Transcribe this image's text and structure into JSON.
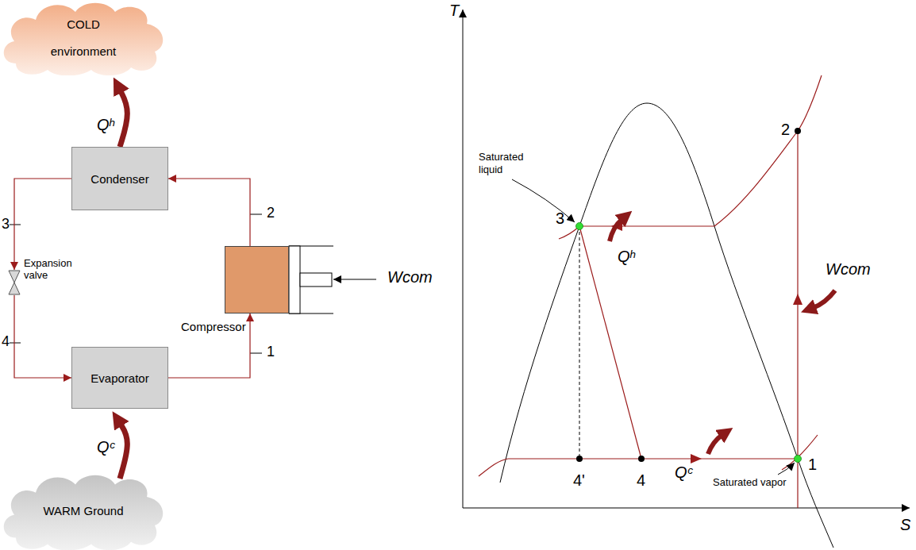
{
  "diagram": {
    "nodes": [
      {
        "text": [
          "COLD environment"
        ]
      },
      {
        "text": [
          "Condenser"
        ]
      },
      {
        "text": [
          "Compressor"
        ]
      },
      {
        "text": [
          "Expansion valve"
        ]
      },
      {
        "text": [
          "Evaporator"
        ]
      },
      {
        "text": [
          "WARM Ground"
        ]
      }
    ],
    "edges": [
      {
        "from": 2,
        "to": 1,
        "arrow": "to"
      },
      {
        "from": 1,
        "to": 3,
        "arrow": "to"
      },
      {
        "from": 3,
        "to": 4,
        "arrow": "to"
      },
      {
        "from": 4,
        "to": 2,
        "arrow": "to"
      },
      {
        "from": 1,
        "to": 0,
        "label": "Qʰ",
        "arrow": "to"
      },
      {
        "from": 5,
        "to": 4,
        "label": "Qᶜ",
        "arrow": "to"
      }
    ],
    "labels": [
      "3",
      "2",
      "4",
      "1",
      "Wcom",
      "T",
      "Saturated liquid",
      "3",
      "Qʰ",
      "2",
      "Wcom",
      "4'",
      "4",
      "Qᶜ",
      "1",
      "Saturated vapor",
      "S"
    ]
  }
}
